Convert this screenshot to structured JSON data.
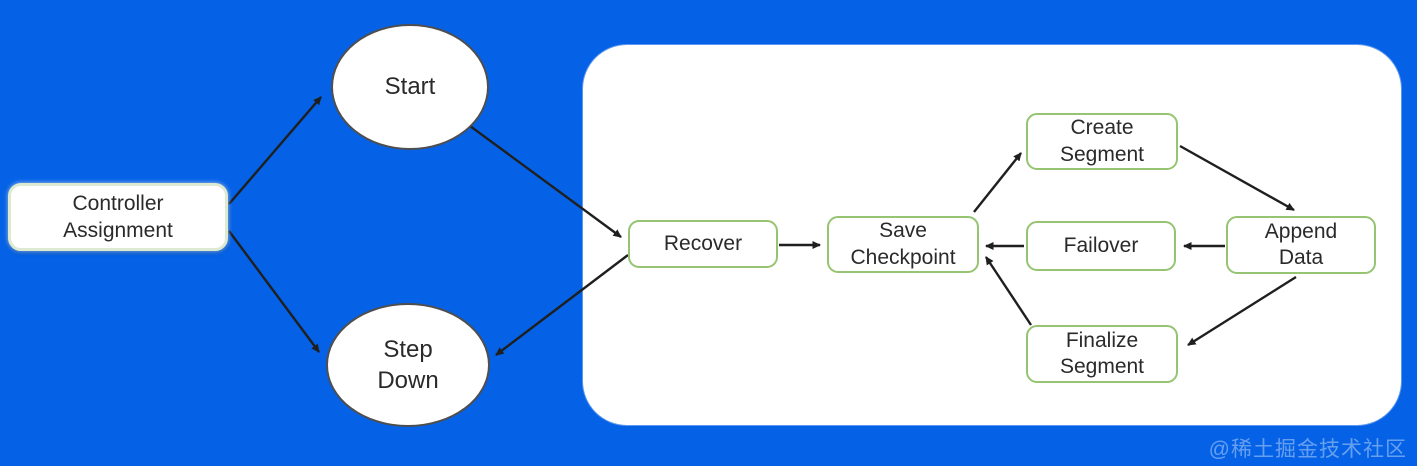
{
  "canvas": {
    "background_color": "#0562e6",
    "panel_color": "#ffffff",
    "node_border_green": "#96c472",
    "ellipse_border_color": "#4e4e4e",
    "arrow_color": "#1f1f1f"
  },
  "watermark": {
    "text": "@稀土掘金技术社区"
  },
  "nodes": {
    "controller_assignment": {
      "label": "Controller Assignment",
      "shape": "rounded-rect"
    },
    "start": {
      "label": "Start",
      "shape": "ellipse"
    },
    "step_down": {
      "label": "Step Down",
      "shape": "ellipse"
    },
    "recover": {
      "label": "Recover",
      "shape": "rounded-rect"
    },
    "save_checkpoint": {
      "label": "Save Checkpoint",
      "shape": "rounded-rect"
    },
    "create_segment": {
      "label": "Create Segment",
      "shape": "rounded-rect"
    },
    "failover": {
      "label": "Failover",
      "shape": "rounded-rect"
    },
    "append_data": {
      "label": "Append Data",
      "shape": "rounded-rect"
    },
    "finalize_segment": {
      "label": "Finalize Segment",
      "shape": "rounded-rect"
    }
  },
  "edges": [
    {
      "from": "controller_assignment",
      "to": "start"
    },
    {
      "from": "controller_assignment",
      "to": "step_down"
    },
    {
      "from": "start",
      "to": "recover"
    },
    {
      "from": "recover",
      "to": "step_down"
    },
    {
      "from": "recover",
      "to": "save_checkpoint"
    },
    {
      "from": "save_checkpoint",
      "to": "create_segment"
    },
    {
      "from": "create_segment",
      "to": "append_data"
    },
    {
      "from": "append_data",
      "to": "failover"
    },
    {
      "from": "failover",
      "to": "save_checkpoint"
    },
    {
      "from": "append_data",
      "to": "finalize_segment"
    },
    {
      "from": "finalize_segment",
      "to": "save_checkpoint"
    }
  ]
}
